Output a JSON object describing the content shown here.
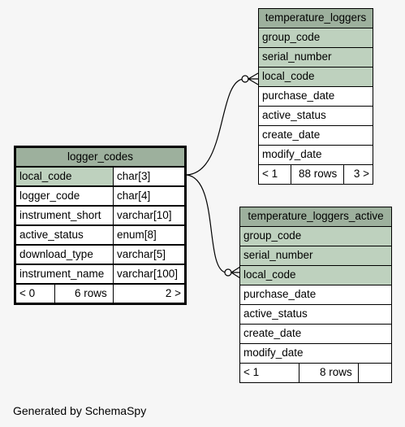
{
  "footer": "Generated by SchemaSpy",
  "logger_codes": {
    "title": "logger_codes",
    "rows": [
      {
        "name": "local_code",
        "type": "char[3]"
      },
      {
        "name": "logger_code",
        "type": "char[4]"
      },
      {
        "name": "instrument_short",
        "type": "varchar[10]"
      },
      {
        "name": "active_status",
        "type": "enum[8]"
      },
      {
        "name": "download_type",
        "type": "varchar[5]"
      },
      {
        "name": "instrument_name",
        "type": "varchar[100]"
      }
    ],
    "footer": {
      "parents": "< 0",
      "rows": "6 rows",
      "children": "2 >"
    }
  },
  "temperature_loggers": {
    "title": "temperature_loggers",
    "rows": [
      "group_code",
      "serial_number",
      "local_code",
      "purchase_date",
      "active_status",
      "create_date",
      "modify_date"
    ],
    "footer": {
      "parents": "< 1",
      "rows": "88 rows",
      "children": "3 >"
    }
  },
  "temperature_loggers_active": {
    "title": "temperature_loggers_active",
    "rows": [
      "group_code",
      "serial_number",
      "local_code",
      "purchase_date",
      "active_status",
      "create_date",
      "modify_date"
    ],
    "footer": {
      "parents": "< 1",
      "rows": "8 rows",
      "children": ""
    }
  }
}
